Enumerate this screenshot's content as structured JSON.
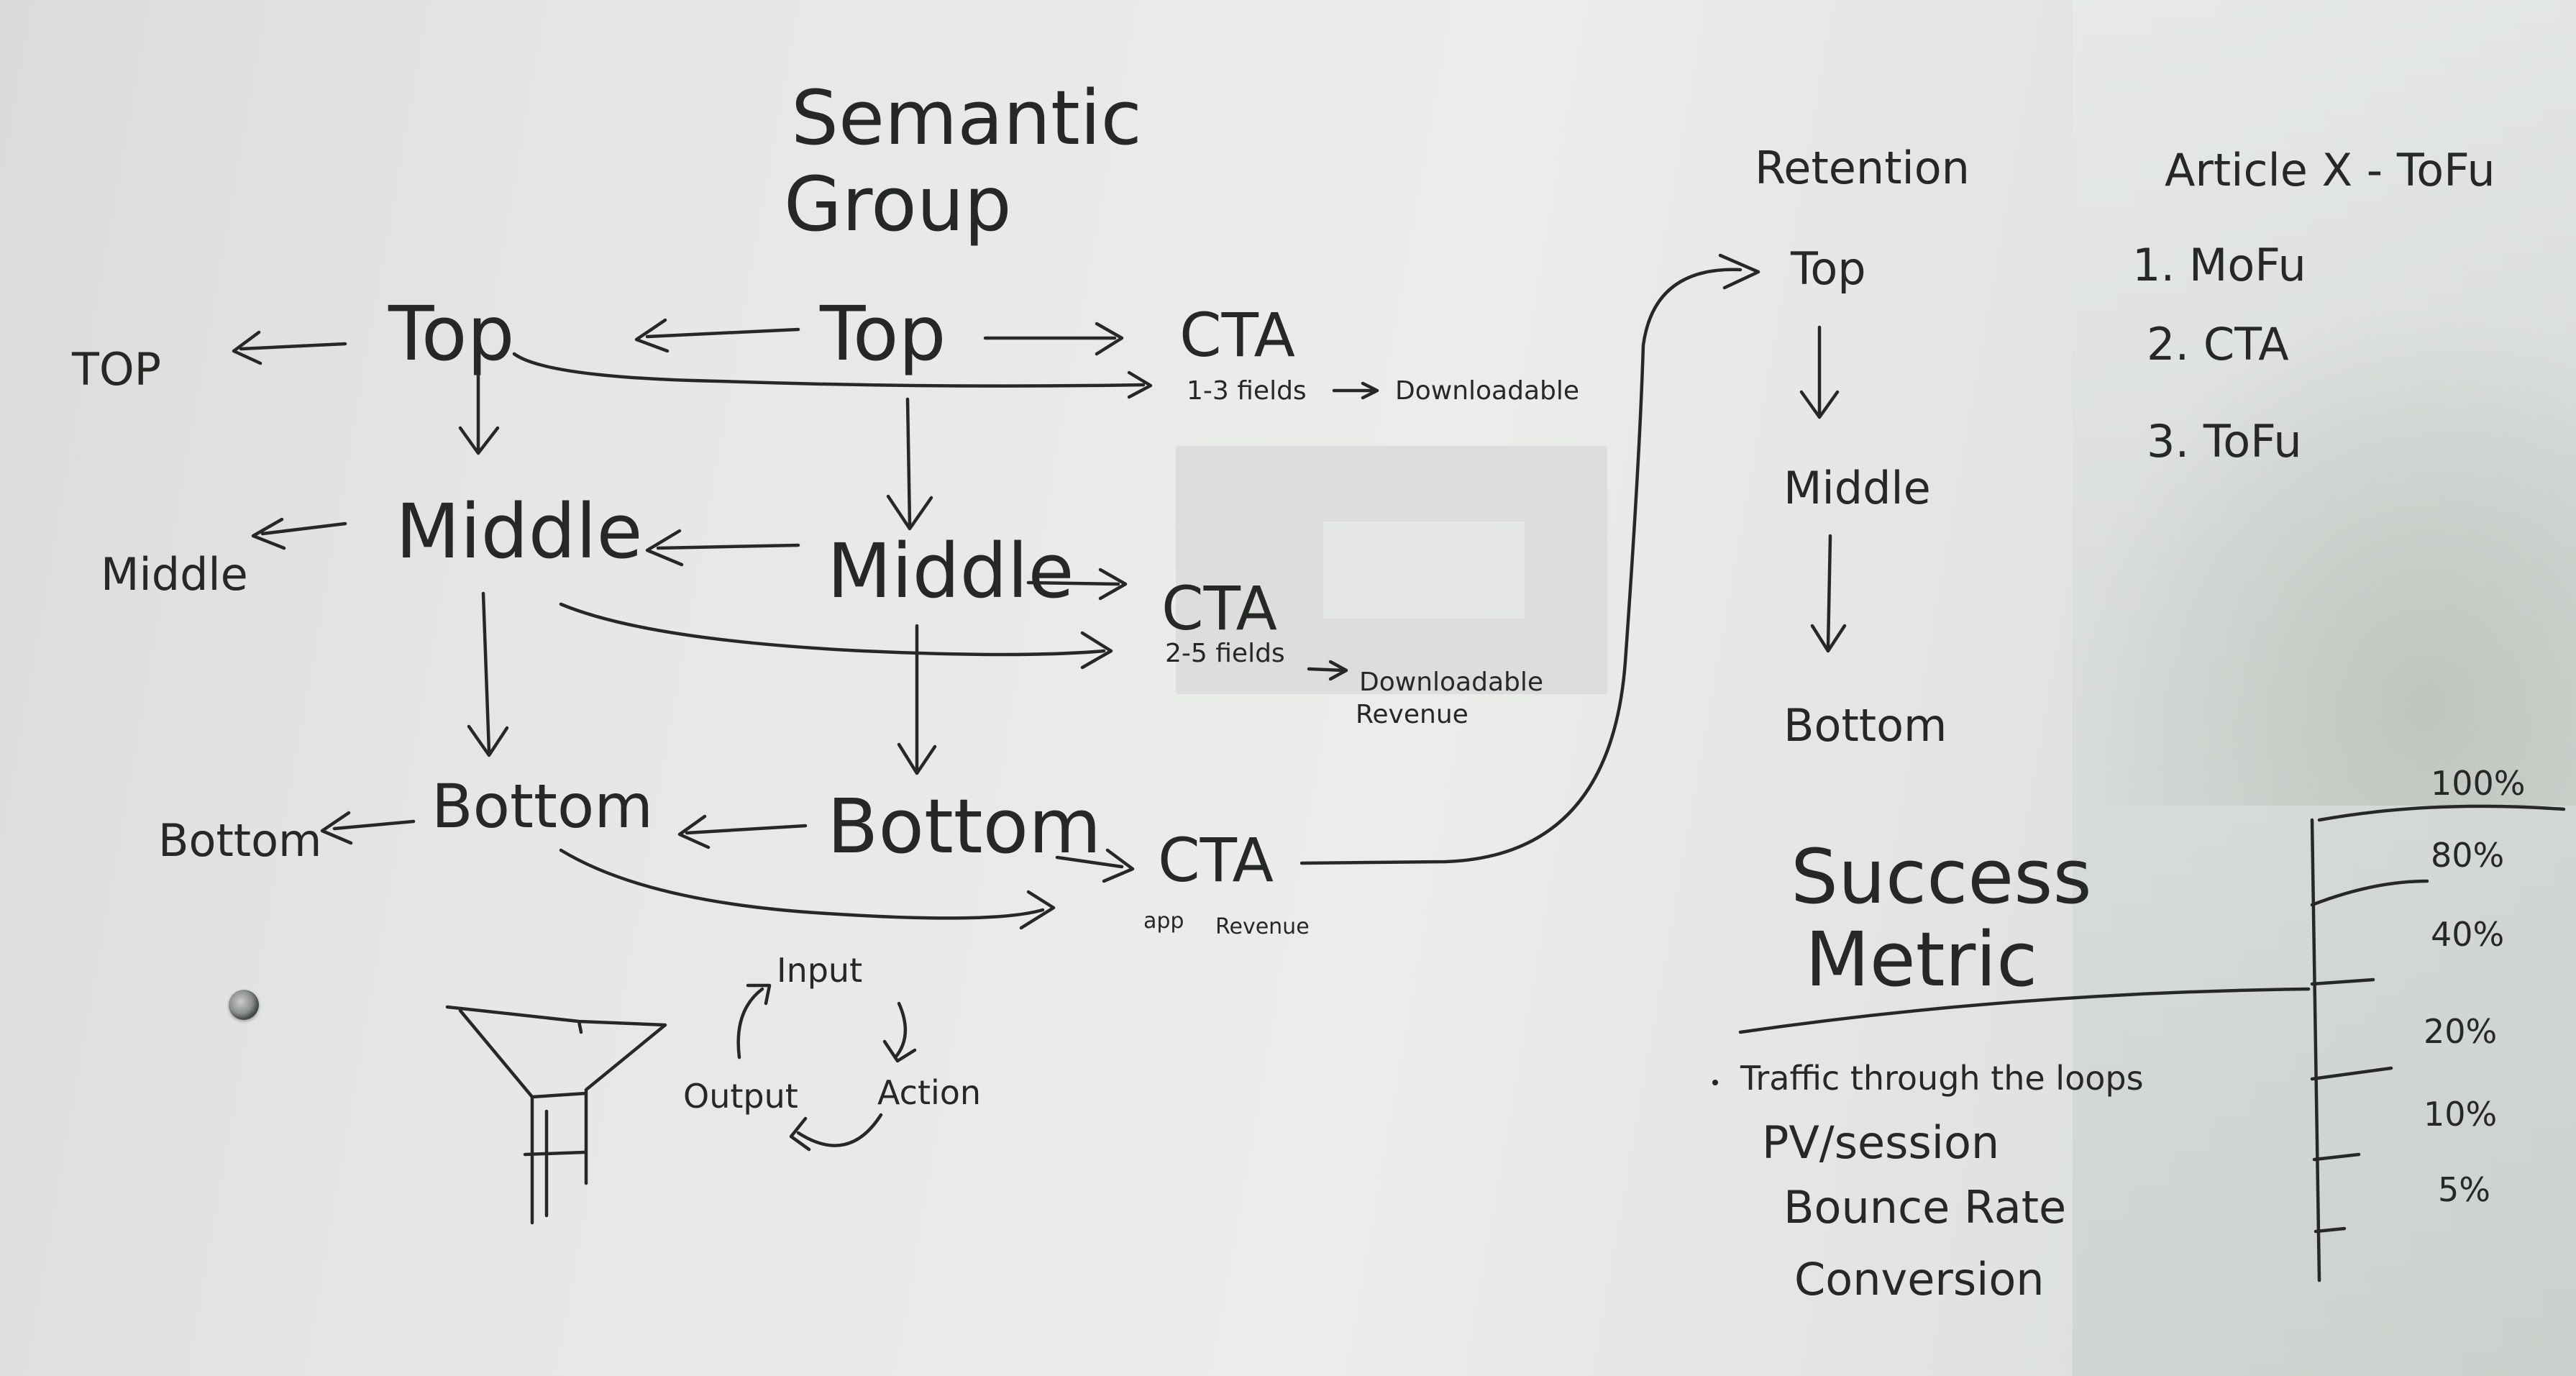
{
  "semantic_group": {
    "title_line1": "Semantic",
    "title_line2": "Group"
  },
  "left_funnel": {
    "top": "Top",
    "middle": "Middle",
    "bottom": "Bottom"
  },
  "far_left_column": {
    "top": "TOP",
    "middle": "Middle",
    "bottom": "Bottom"
  },
  "center_funnel": {
    "top": "Top",
    "middle": "Middle",
    "bottom": "Bottom"
  },
  "cta": {
    "top": {
      "label": "CTA",
      "detail": "1-3 fields",
      "target": "Downloadable"
    },
    "middle": {
      "label": "CTA",
      "detail": "2-5 fields",
      "target": "Downloadable",
      "target2": "Revenue"
    },
    "bottom": {
      "label": "CTA",
      "detail": "app",
      "target": "Revenue"
    }
  },
  "retention": {
    "title": "Retention",
    "top": "Top",
    "middle": "Middle",
    "bottom": "Bottom"
  },
  "article": {
    "title": "Article X - ToFu",
    "items": [
      "1. MoFu",
      "2. CTA",
      "3. ToFu"
    ]
  },
  "loop": {
    "input": "Input",
    "action": "Action",
    "output": "Output"
  },
  "success": {
    "title_line1": "Success",
    "title_line2": "Metric",
    "items": [
      "Traffic through the loops",
      "PV/session",
      "Bounce Rate",
      "Conversion"
    ]
  },
  "scale_labels": [
    "100%",
    "80%",
    "40%",
    "20%",
    "10%",
    "5%"
  ]
}
